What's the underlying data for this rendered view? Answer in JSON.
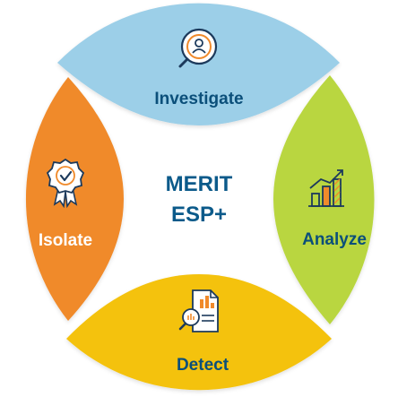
{
  "center": {
    "line1": "MERIT",
    "line2": "ESP+"
  },
  "segments": [
    {
      "id": "investigate",
      "label": "Investigate",
      "icon": "magnifier-person-icon",
      "color": "#9CCFE8",
      "text_color": "#0B4F7A"
    },
    {
      "id": "analyze",
      "label": "Analyze",
      "icon": "bar-chart-growth-icon",
      "color": "#B9D640",
      "text_color": "#0B4F7A"
    },
    {
      "id": "detect",
      "label": "Detect",
      "icon": "document-magnifier-icon",
      "color": "#F4C20F",
      "text_color": "#0B4F7A"
    },
    {
      "id": "isolate",
      "label": "Isolate",
      "icon": "badge-check-icon",
      "color": "#F08A2B",
      "text_color": "#FFFFFF"
    }
  ],
  "colors": {
    "center_text": "#0B5A8A",
    "icon_navy": "#1C3A5C",
    "icon_orange": "#F08A2B"
  }
}
